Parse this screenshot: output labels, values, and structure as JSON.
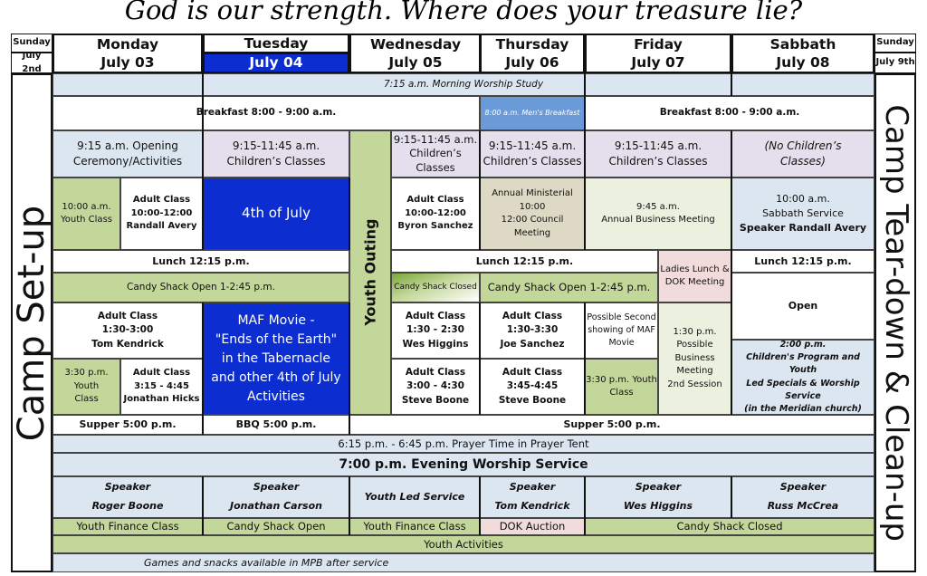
{
  "title": "God is our strength. Where does your treasure lie?",
  "header": {
    "sunday_left": {
      "day": "Sunday",
      "date": "July 2nd"
    },
    "days": [
      {
        "day": "Monday",
        "date": "July 03"
      },
      {
        "day": "Tuesday",
        "date": "July 04"
      },
      {
        "day": "Wednesday",
        "date": "July 05"
      },
      {
        "day": "Thursday",
        "date": "July 06"
      },
      {
        "day": "Friday",
        "date": "July 07"
      },
      {
        "day": "Sabbath",
        "date": "July 08"
      }
    ],
    "sunday_right": {
      "day": "Sunday",
      "date": "July 9th"
    }
  },
  "side": {
    "left": "Camp Set-up",
    "right": "Camp Tear-down & Clean-up"
  },
  "rows": {
    "morning_worship": "7:15 a.m. Morning Worship Study",
    "breakfast": "Breakfast 8:00 - 9:00 a.m.",
    "mens_breakfast": "8:00 a.m. Men's Breakfast",
    "opening": "9:15 a.m. Opening\nCeremony/Activities",
    "childrens_classes": "9:15-11:45 a.m.\nChildren’s Classes",
    "wed_childrens": "9:15-11:45 a.m.\nChildren’s\nClasses",
    "no_childrens": "(No Children’s\nClasses)",
    "youth_outing": "Youth Outing",
    "mon_youth_class": "10:00 a.m.\nYouth Class",
    "mon_adult_am": "Adult Class\n10:00-12:00\nRandall Avery",
    "fourth_of_july": "4th of July",
    "wed_adult_am": "Adult Class\n10:00-12:00\nByron Sanchez",
    "ministerial": "Annual Ministerial 10:00\n12:00        Council\nMeeting",
    "business": "9:45 a.m.\nAnnual Business Meeting",
    "sabbath_service": "10:00 a.m.\nSabbath Service",
    "sabbath_speaker": "Speaker Randall Avery",
    "lunch": "Lunch 12:15 p.m.",
    "ladies_lunch": "Ladies Lunch &\nDOK Meeting",
    "candy_open": "Candy Shack Open 1-2:45 p.m.",
    "candy_closed": "Candy Shack Closed",
    "open": "Open",
    "sabbath_afternoon_time": "2:00 p.m.",
    "sabbath_afternoon": "Children's Program and Youth\nLed Specials & Worship Service\n(in the Meridian church)",
    "mon_adult_pm": "Adult Class\n1:30-3:00\nTom Kendrick",
    "maf_movie": "MAF Movie -\n\"Ends of the Earth\"\nin the Tabernacle\nand other 4th of July\nActivities",
    "wed_adult_pm1": "Adult Class\n1:30 - 2:30\nWes Higgins",
    "thu_adult_pm1": "Adult Class\n1:30-3:30\nJoe Sanchez",
    "maf_second": "Possible Second\nshowing of MAF\nMovie",
    "business_2": "1:30 p.m.\nPossible\nBusiness\nMeeting\n2nd Session",
    "mon_youth_pm": "3:30 p.m.\nYouth\nClass",
    "mon_adult_pm2": "Adult Class\n3:15 - 4:45\nJonathan Hicks",
    "wed_adult_pm2": "Adult Class\n3:00 - 4:30\nSteve Boone",
    "thu_adult_pm2": "Adult Class\n3:45-4:45\nSteve Boone",
    "fri_youth_pm": "3:30 p.m. Youth\nClass",
    "supper": "Supper 5:00 p.m.",
    "bbq": "BBQ 5:00 p.m.",
    "prayer": "6:15 p.m. - 6:45 p.m. Prayer Time in Prayer Tent",
    "evening": "7:00 p.m. Evening Worship Service",
    "speakers": [
      "Speaker\nRoger Boone",
      "Speaker\nJonathan Carson",
      "Youth Led Service",
      "Speaker\nTom Kendrick",
      "Speaker\nWes Higgins",
      "Speaker\nRuss McCrea"
    ],
    "after": [
      "Youth Finance Class",
      "Candy Shack Open",
      "Youth Finance Class",
      "DOK Auction",
      "Candy Shack Closed"
    ],
    "youth_activities": "Youth Activities",
    "games": "Games and snacks available in MPB after service"
  }
}
